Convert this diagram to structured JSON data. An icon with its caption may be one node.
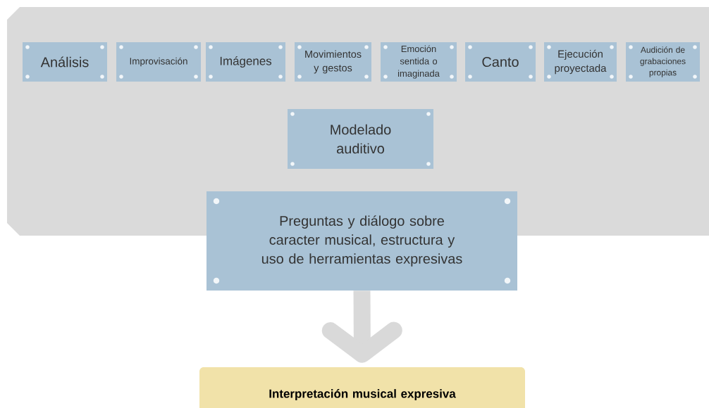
{
  "diagram": {
    "nodes": [
      {
        "text": [],
        "shape": "box"
      },
      {
        "text": [
          "Análisis"
        ],
        "in": 0
      },
      {
        "text": [
          "Improvisación"
        ],
        "in": 0
      },
      {
        "text": [
          "Imágenes"
        ],
        "in": 0
      },
      {
        "text": [
          "Movimientos y gestos"
        ],
        "in": 0
      },
      {
        "text": [
          "Emoción sentida o imaginada"
        ],
        "in": 0
      },
      {
        "text": [
          "Canto"
        ],
        "in": 0
      },
      {
        "text": [
          "Ejecución proyectada"
        ],
        "in": 0
      },
      {
        "text": [
          "Audición de grabaciones propias"
        ],
        "in": 0
      },
      {
        "text": [
          "Modelado auditivo"
        ],
        "in": 0
      },
      {
        "text": [
          "Preguntas y diálogo sobre caracter musical, estructura y uso de herramientas expresivas"
        ]
      },
      {
        "text": [
          "Interpretación musical expresiva"
        ]
      }
    ],
    "edges": [
      {
        "from": 10,
        "to": 11,
        "arrow": "to",
        "color": "#d9d9d9"
      }
    ]
  }
}
